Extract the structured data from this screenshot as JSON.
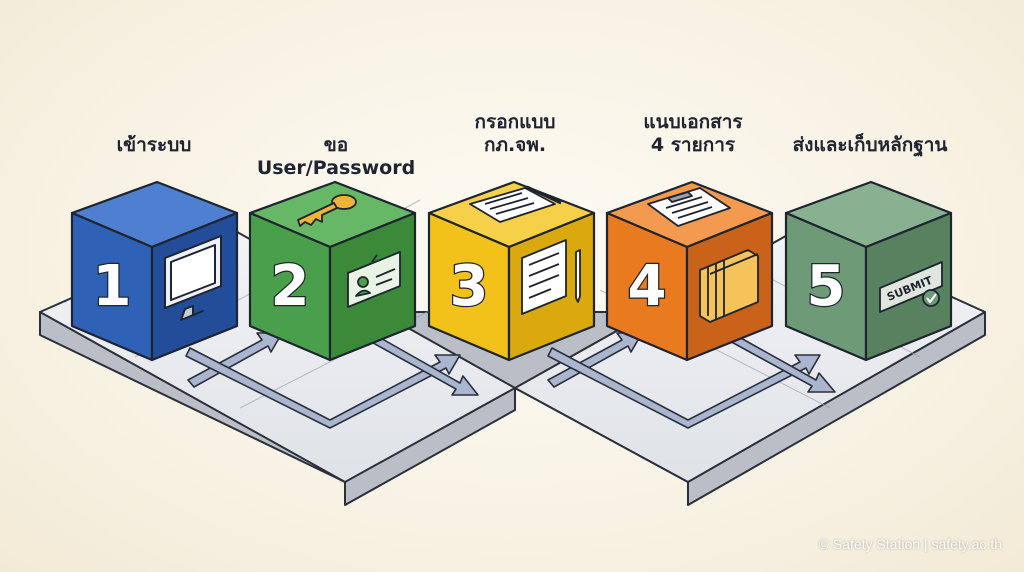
{
  "steps": [
    {
      "number": "1",
      "label": "เข้าระบบ",
      "color": "#2f62b7",
      "icon": "computer-monitor-icon"
    },
    {
      "number": "2",
      "label": "ขอ User/Password",
      "color": "#4aa04a",
      "icon": "key-and-id-badge-icon"
    },
    {
      "number": "3",
      "label": "กรอกแบบ\nกภ.จพ.",
      "color": "#f2c21b",
      "icon": "form-and-pen-icon"
    },
    {
      "number": "4",
      "label": "แนบเอกสาร\n4 รายการ",
      "color": "#ea7a1f",
      "icon": "clipboard-and-folders-icon"
    },
    {
      "number": "5",
      "label": "ส่งและเก็บหลักฐาน",
      "color": "#6e9a78",
      "icon": "submit-button-icon",
      "submit_text": "SUBMIT"
    }
  ],
  "credit": "© Safety Station | safety.ac.th"
}
